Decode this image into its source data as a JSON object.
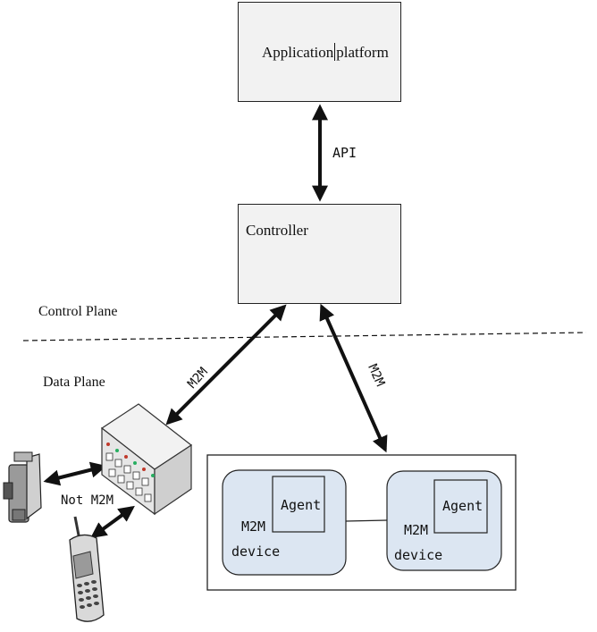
{
  "app_box": {
    "label_part1": "Application",
    "label_part2": "platform"
  },
  "api_label": "API",
  "controller_box": {
    "label": "Controller"
  },
  "planes": {
    "control": "Control Plane",
    "data": "Data Plane"
  },
  "links": {
    "m2m_left": "M2M",
    "m2m_right": "M2M",
    "not_m2m": "Not M2M"
  },
  "devices": [
    {
      "agent": "Agent",
      "line1": "M2M",
      "line2": "device"
    },
    {
      "agent": "Agent",
      "line1": "M2M",
      "line2": "device"
    }
  ],
  "colors": {
    "device_fill": "#dce6f2",
    "box_fill": "#f2f2f2",
    "stroke": "#111111"
  },
  "icons": [
    "network-switch-icon",
    "camcorder-icon",
    "mobile-phone-icon"
  ]
}
